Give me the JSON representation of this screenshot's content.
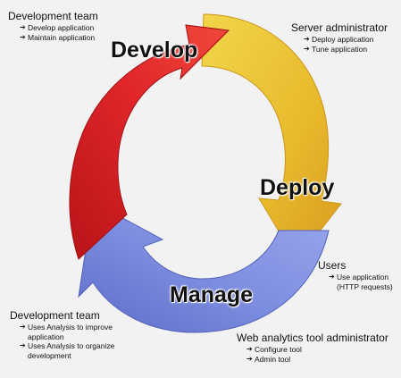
{
  "colors": {
    "background": "#f2f2f2",
    "develop_arrow": "#e0262a",
    "deploy_arrow": "#e8b92c",
    "manage_arrow": "#7f8fe0"
  },
  "stages": {
    "develop": "Develop",
    "deploy": "Deploy",
    "manage": "Manage"
  },
  "roles": {
    "development_team_top": {
      "title": "Development team",
      "items": [
        "Develop application",
        "Maintain application"
      ]
    },
    "server_administrator": {
      "title": "Server administrator",
      "items": [
        "Deploy application",
        "Tune application"
      ]
    },
    "users": {
      "title": "Users",
      "items": [
        "Use application\n(HTTP requests)"
      ]
    },
    "development_team_bottom": {
      "title": "Development team",
      "items": [
        "Uses Analysis to improve\napplication",
        "Uses Analysis to organize\ndevelopment"
      ]
    },
    "web_analytics_admin": {
      "title": "Web analytics tool administrator",
      "items": [
        "Configure tool",
        "Admin tool"
      ]
    }
  },
  "bullet_glyph": "➔"
}
